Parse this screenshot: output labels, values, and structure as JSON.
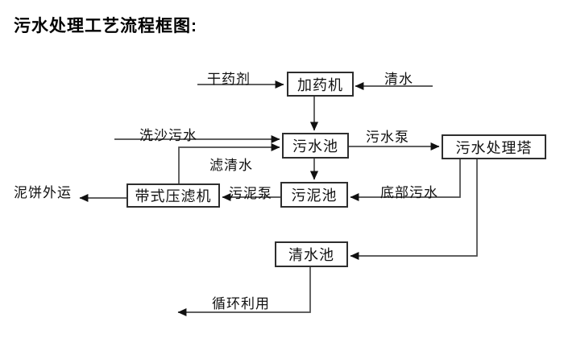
{
  "title": "污水处理工艺流程框图:",
  "nodes": {
    "dosing_machine": "加药机",
    "sewage_pool": "污水池",
    "treatment_tower": "污水处理塔",
    "sludge_pool": "污泥池",
    "belt_filter_press": "带式压滤机",
    "clean_water_pool": "清水池"
  },
  "edge_labels": {
    "dry_agent": "干药剂",
    "clean_water": "清水",
    "sand_washing_sewage": "洗沙污水",
    "sewage_pump": "污水泵",
    "filtered_water": "滤清水",
    "sludge_pump": "污泥泵",
    "bottom_sewage": "底部污水",
    "mud_cake_out": "泥饼外运",
    "recycle": "循环利用"
  },
  "edges": [
    {
      "from": "干药剂(外部)",
      "to": "加药机",
      "label": "干药剂"
    },
    {
      "from": "清水(外部)",
      "to": "加药机",
      "label": "清水"
    },
    {
      "from": "加药机",
      "to": "污水池",
      "label": ""
    },
    {
      "from": "洗沙污水(外部)",
      "to": "污水池",
      "label": "洗沙污水"
    },
    {
      "from": "带式压滤机",
      "to": "污水池",
      "label": "滤清水"
    },
    {
      "from": "污水池",
      "to": "污水处理塔",
      "label": "污水泵"
    },
    {
      "from": "污水池",
      "to": "污泥池",
      "label": ""
    },
    {
      "from": "污水处理塔",
      "to": "污泥池",
      "label": "底部污水"
    },
    {
      "from": "污泥池",
      "to": "带式压滤机",
      "label": "污泥泵"
    },
    {
      "from": "带式压滤机",
      "to": "外运",
      "label": "泥饼外运"
    },
    {
      "from": "污水处理塔",
      "to": "清水池",
      "label": ""
    },
    {
      "from": "清水池",
      "to": "循环利用",
      "label": "循环利用"
    }
  ],
  "colors": {
    "line": "#4a4a4a",
    "arrowhead": "#111111",
    "box_border": "#2e2e2e",
    "text": "#111111",
    "background": "#ffffff"
  }
}
